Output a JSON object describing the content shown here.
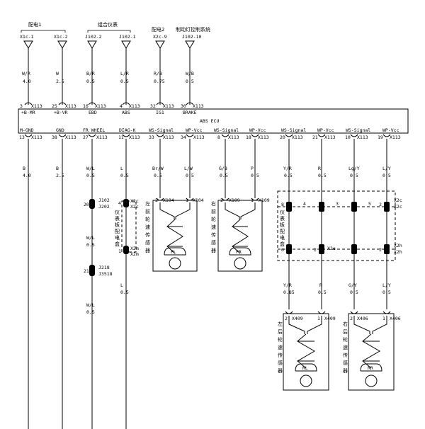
{
  "top_groups": {
    "g1": "配电1",
    "g2": "组合仪表",
    "g3": "配电2",
    "g4": "制动灯控制系统"
  },
  "top_pins": [
    {
      "ref": "X1c-1",
      "color": "W/R",
      "gauge": "4.0",
      "pin": "3",
      "conn": "X113",
      "signal": "+B-MR"
    },
    {
      "ref": "X1c-2",
      "color": "W",
      "gauge": "2.5",
      "pin": "25",
      "conn": "X113",
      "signal": "+B-VR"
    },
    {
      "ref": "J102-2",
      "color": "B/R",
      "gauge": "0.5",
      "pin": "16",
      "conn": "X113",
      "signal": "EBD"
    },
    {
      "ref": "J102-1",
      "color": "L/R",
      "gauge": "0.5",
      "pin": "4",
      "conn": "X113",
      "signal": "ABS"
    },
    {
      "ref": "X2c-9",
      "color": "R/B",
      "gauge": "0.75",
      "pin": "32",
      "conn": "X113",
      "signal": "IG1"
    },
    {
      "ref": "J102-10",
      "color": "W/B",
      "gauge": "0.5",
      "pin": "30",
      "conn": "X113",
      "signal": "BRAKE"
    }
  ],
  "ecu_label": "ABS ECU",
  "bottom_pins": [
    {
      "signal": "M-GND",
      "pin": "13",
      "conn": "X113",
      "color": "B",
      "gauge": "4.0"
    },
    {
      "signal": "GND",
      "pin": "38",
      "conn": "X113",
      "color": "B",
      "gauge": "2.5"
    },
    {
      "signal": "FR WHEEL",
      "pin": "27",
      "conn": "X113",
      "color": "W/L",
      "gauge": "0.5"
    },
    {
      "signal": "DIAG-K",
      "pin": "11",
      "conn": "X113",
      "color": "L",
      "gauge": "0.5"
    },
    {
      "signal": "WS-Signal",
      "pin": "33",
      "conn": "X113",
      "color": "Br/W",
      "gauge": "0.5"
    },
    {
      "signal": "WP-Vcc",
      "pin": "34",
      "conn": "X113",
      "color": "L/W",
      "gauge": "0.5"
    },
    {
      "signal": "WS-Signal",
      "pin": "8",
      "conn": "X113",
      "color": "G/B",
      "gauge": "0.5"
    },
    {
      "signal": "WP-Vcc",
      "pin": "18",
      "conn": "X113",
      "color": "P",
      "gauge": "0.5"
    },
    {
      "signal": "WS-Signal",
      "pin": "20",
      "conn": "X113",
      "color": "Y/R",
      "gauge": "0.5"
    },
    {
      "signal": "WP-Vcc",
      "pin": "21",
      "conn": "X113",
      "color": "R",
      "gauge": "0.5"
    },
    {
      "signal": "WS-Signal",
      "pin": "10",
      "conn": "X113",
      "color": "Lg/Y",
      "gauge": "0.5"
    },
    {
      "signal": "WP-Vcc",
      "pin": "19",
      "conn": "X113",
      "color": "L/Y",
      "gauge": "0.5"
    }
  ],
  "j202": {
    "pin": "20",
    "ref": "J102",
    "ref2": "J202"
  },
  "wl_mid": {
    "color": "W/L",
    "gauge": "0.5"
  },
  "j218": {
    "pin": "21",
    "ref": "J218",
    "ref2": "J3518"
  },
  "wl_low": {
    "color": "W/L",
    "gauge": "0.5"
  },
  "l_low": {
    "color": "L",
    "gauge": "0.5"
  },
  "diag_box": {
    "label": "仪表板配电盒",
    "top_pin": "4",
    "top_conn": "X2c",
    "top_conn2": "X2c",
    "bot_pin": "1",
    "bot_conn": "X2m",
    "bot_conn2": "X2m"
  },
  "fl_sensor": {
    "label": "左前轮速传感器",
    "code": "FL",
    "pin_a": "2",
    "conn_a": "X104",
    "pin_b": "1",
    "conn_b": "X104"
  },
  "fr_sensor": {
    "label": "右前轮速传感器",
    "code": "FR",
    "pin_a": "2",
    "conn_a": "X109",
    "pin_b": "1",
    "conn_b": "X109"
  },
  "dash_box": {
    "label": "仪表板配电盒",
    "top_left_pin": "8",
    "top_right_pin": "2",
    "top_conn": "X2c",
    "top_conn2": "X2c",
    "bot_left_pin": "6",
    "bot_mid_pin": "2",
    "bot_conn": "X2e",
    "bot_right_pin": "2",
    "bot_conn2": "X2h",
    "bot_conn3": "X2h",
    "inner": [
      "4",
      "3",
      "5"
    ]
  },
  "rear_wires": [
    {
      "color": "Y/R",
      "gauge": "0.85"
    },
    {
      "color": "R",
      "gauge": "0.5"
    },
    {
      "color": "G/Y",
      "gauge": "0.5"
    },
    {
      "color": "L/Y",
      "gauge": "0.5"
    }
  ],
  "rl_sensor": {
    "label": "左后轮速传感器",
    "code": "RL",
    "pin_a": "2",
    "conn_a": "X409",
    "pin_b": "1",
    "conn_b": "X409"
  },
  "rr_sensor": {
    "label": "右后轮速传感器",
    "code": "RR",
    "pin_a": "2",
    "conn_a": "X406",
    "pin_b": "1",
    "conn_b": "X406"
  }
}
